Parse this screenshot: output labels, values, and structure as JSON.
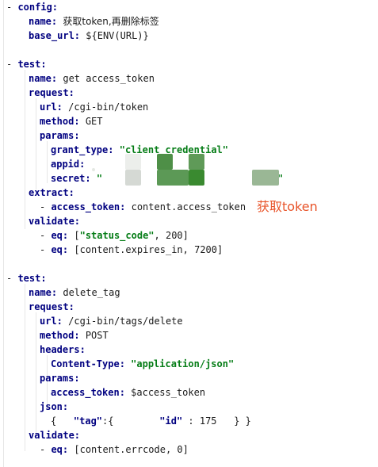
{
  "colors": {
    "key": "#000080",
    "string": "#067d17",
    "annotation": "#e8542a",
    "redaction_green": "#3a8a30",
    "redaction_gray": "#d5d9d4"
  },
  "code": {
    "config_key": "config:",
    "config_name_key": "name:",
    "config_name_val": "获取token,再删除标签",
    "config_base_url_key": "base_url:",
    "config_base_url_val": "${ENV(URL)}",
    "t1_key": "test:",
    "t1_name_key": "name:",
    "t1_name_val": "get access_token",
    "t1_request_key": "request:",
    "t1_url_key": "url:",
    "t1_url_val": "/cgi-bin/token",
    "t1_method_key": "method:",
    "t1_method_val": "GET",
    "t1_params_key": "params:",
    "t1_grant_key": "grant_type:",
    "t1_grant_val": "\"client_credential\"",
    "t1_appid_key": "appid:",
    "t1_secret_key": "secret:",
    "t1_secret_open": "\"",
    "t1_secret_close": "\"",
    "t1_extract_key": "extract:",
    "t1_extract_item_key": "access_token:",
    "t1_extract_item_val": "content.access_token",
    "t1_validate_key": "validate:",
    "t1_v1_key": "eq:",
    "t1_v1_open": "[",
    "t1_v1_str": "\"status_code\"",
    "t1_v1_rest": ", 200]",
    "t1_v2_key": "eq:",
    "t1_v2_val": "[content.expires_in, 7200]",
    "t2_key": "test:",
    "t2_name_key": "name:",
    "t2_name_val": "delete_tag",
    "t2_request_key": "request:",
    "t2_url_key": "url:",
    "t2_url_val": "/cgi-bin/tags/delete",
    "t2_method_key": "method:",
    "t2_method_val": "POST",
    "t2_headers_key": "headers:",
    "t2_ct_key": "Content-Type:",
    "t2_ct_val": "\"application/json\"",
    "t2_params_key": "params:",
    "t2_at_key": "access_token:",
    "t2_at_val": "$access_token",
    "t2_json_key": "json:",
    "t2_json_open": "{   ",
    "t2_json_tag": "\"tag\"",
    "t2_json_colon_brace": ":{        ",
    "t2_json_id": "\"id\"",
    "t2_json_id_val": " : 175   } }",
    "t2_validate_key": "validate:",
    "t2_v1_key": "eq:",
    "t2_v1_val": "[content.errcode, 0]"
  },
  "annotation_text": "获取token"
}
